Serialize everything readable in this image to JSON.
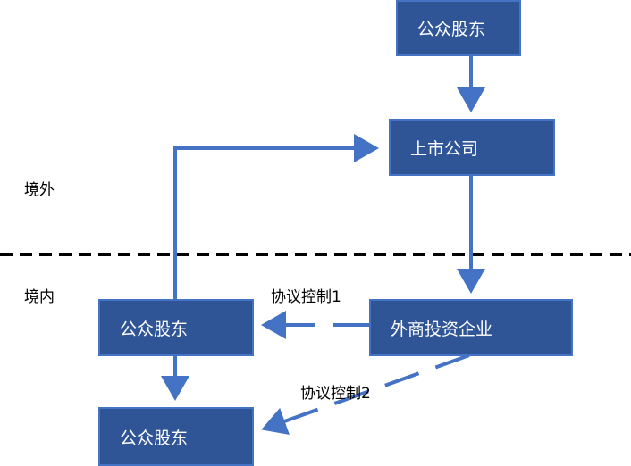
{
  "regions": {
    "offshore": "境外",
    "onshore": "境内"
  },
  "nodes": {
    "public_shareholders_top": "公众股东",
    "listed_company": "上市公司",
    "wfoe": "外商投资企业",
    "public_shareholders_mid": "公众股东",
    "public_shareholders_bottom": "公众股东"
  },
  "edges": {
    "agreement_control_1": "协议控制1",
    "agreement_control_2": "协议控制2"
  },
  "colors": {
    "box_fill": "#2F5597",
    "line": "#4472C4",
    "border_line": "#000000"
  }
}
